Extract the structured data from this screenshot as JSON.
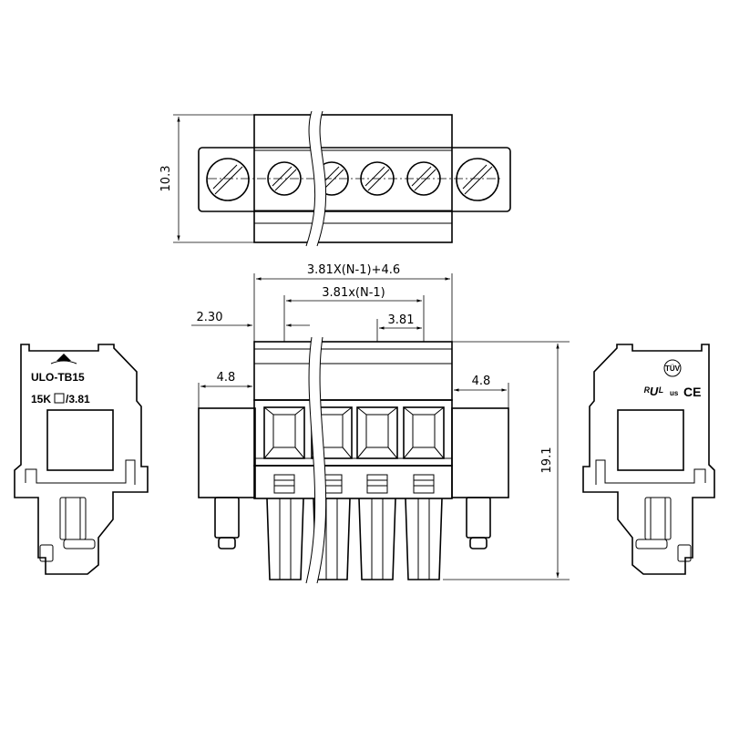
{
  "dimensions": {
    "height_top": "10.3",
    "total_width": "3.81X(N-1)+4.6",
    "pitch_span": "3.81x(N-1)",
    "offset": "2.30",
    "pitch": "3.81",
    "flange_left": "4.8",
    "flange_right": "4.8",
    "height_front": "19.1"
  },
  "side_label": {
    "model": "ULO-TB15",
    "rating": "15K",
    "pitch": "/3.81"
  },
  "certifications": {
    "tuv": "TÜV",
    "ul": "ᴿUᴸ",
    "ul_suffix": "us",
    "ce": "CE"
  }
}
